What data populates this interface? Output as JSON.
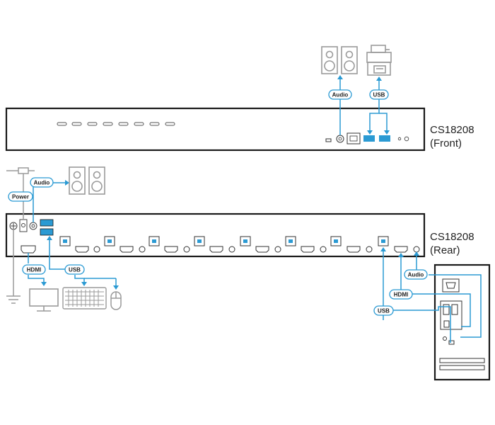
{
  "front_device": {
    "model": "CS18208",
    "view": "(Front)"
  },
  "rear_device": {
    "model": "CS18208",
    "view": "(Rear)"
  },
  "tags": {
    "front_audio": "Audio",
    "front_usb": "USB",
    "rear_audio": "Audio",
    "power": "Power",
    "console_hdmi": "HDMI",
    "console_usb": "USB",
    "pc_audio": "Audio",
    "pc_hdmi": "HDMI",
    "pc_usb": "USB"
  },
  "colors": {
    "cable": "#2b9ad3",
    "device_line": "#1a1a1a",
    "gray_line": "#9a9a9a",
    "usb_port": "#2b9ad3",
    "tag_border": "#2b9ad3"
  },
  "icons": [
    "speakers-icon",
    "printer-icon",
    "power-adapter-icon",
    "ground-icon",
    "monitor-icon",
    "keyboard-icon",
    "mouse-icon",
    "computer-tower-icon"
  ]
}
